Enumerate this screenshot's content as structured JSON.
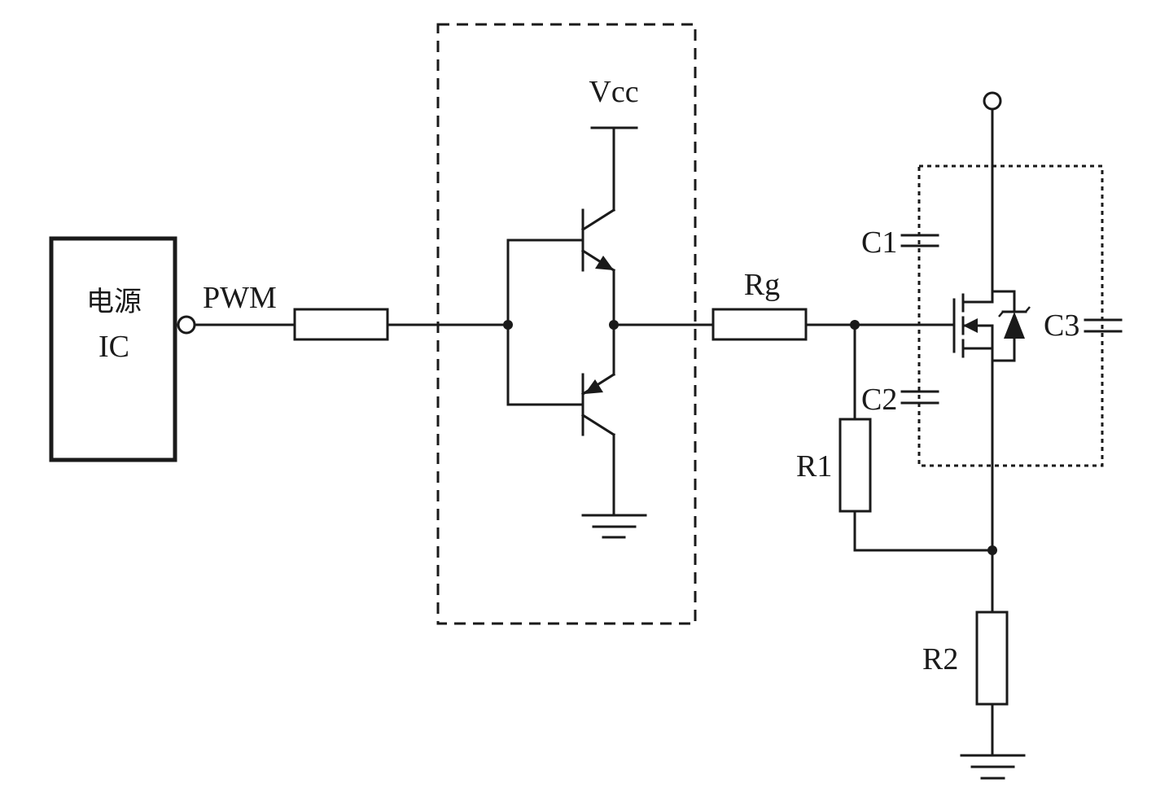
{
  "diagram": {
    "ic_label_line1": "电源",
    "ic_label_line2": "IC",
    "pwm_label": "PWM",
    "vcc_label": "Vcc",
    "rg_label": "Rg",
    "c1_label": "C1",
    "c2_label": "C2",
    "c3_label": "C3",
    "r1_label": "R1",
    "r2_label": "R2"
  }
}
